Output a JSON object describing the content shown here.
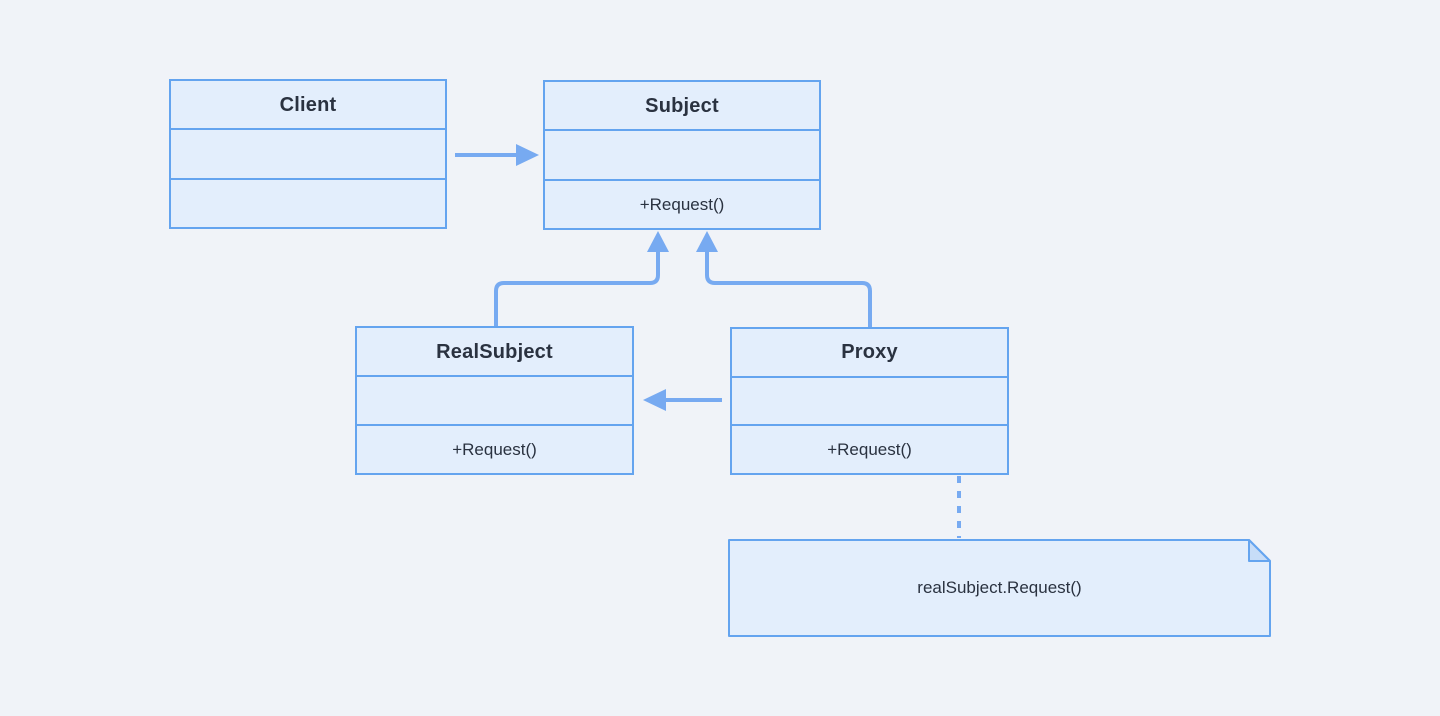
{
  "diagram": {
    "type": "uml-class-diagram",
    "pattern": "Proxy",
    "colors": {
      "background": "#F0F3F8",
      "node_fill": "#E3EEFC",
      "node_border": "#64A4EF",
      "line": "#77AAF1",
      "note_fold_fill": "#C7DDF8",
      "text": "#2A3240"
    },
    "classes": [
      {
        "id": "client",
        "name": "Client",
        "attributes": "",
        "methods": ""
      },
      {
        "id": "subject",
        "name": "Subject",
        "attributes": "",
        "methods": "+Request()"
      },
      {
        "id": "realsubject",
        "name": "RealSubject",
        "attributes": "",
        "methods": "+Request()"
      },
      {
        "id": "proxy",
        "name": "Proxy",
        "attributes": "",
        "methods": "+Request()"
      }
    ],
    "note": {
      "text": "realSubject.Request()"
    },
    "relations": [
      {
        "from": "Client",
        "to": "Subject",
        "type": "solid-arrow"
      },
      {
        "from": "RealSubject",
        "to": "Subject",
        "type": "inheritance-arrow"
      },
      {
        "from": "Proxy",
        "to": "Subject",
        "type": "inheritance-arrow"
      },
      {
        "from": "Proxy",
        "to": "RealSubject",
        "type": "solid-arrow"
      },
      {
        "from": "Proxy",
        "to": "note",
        "type": "dashed-link"
      }
    ]
  }
}
